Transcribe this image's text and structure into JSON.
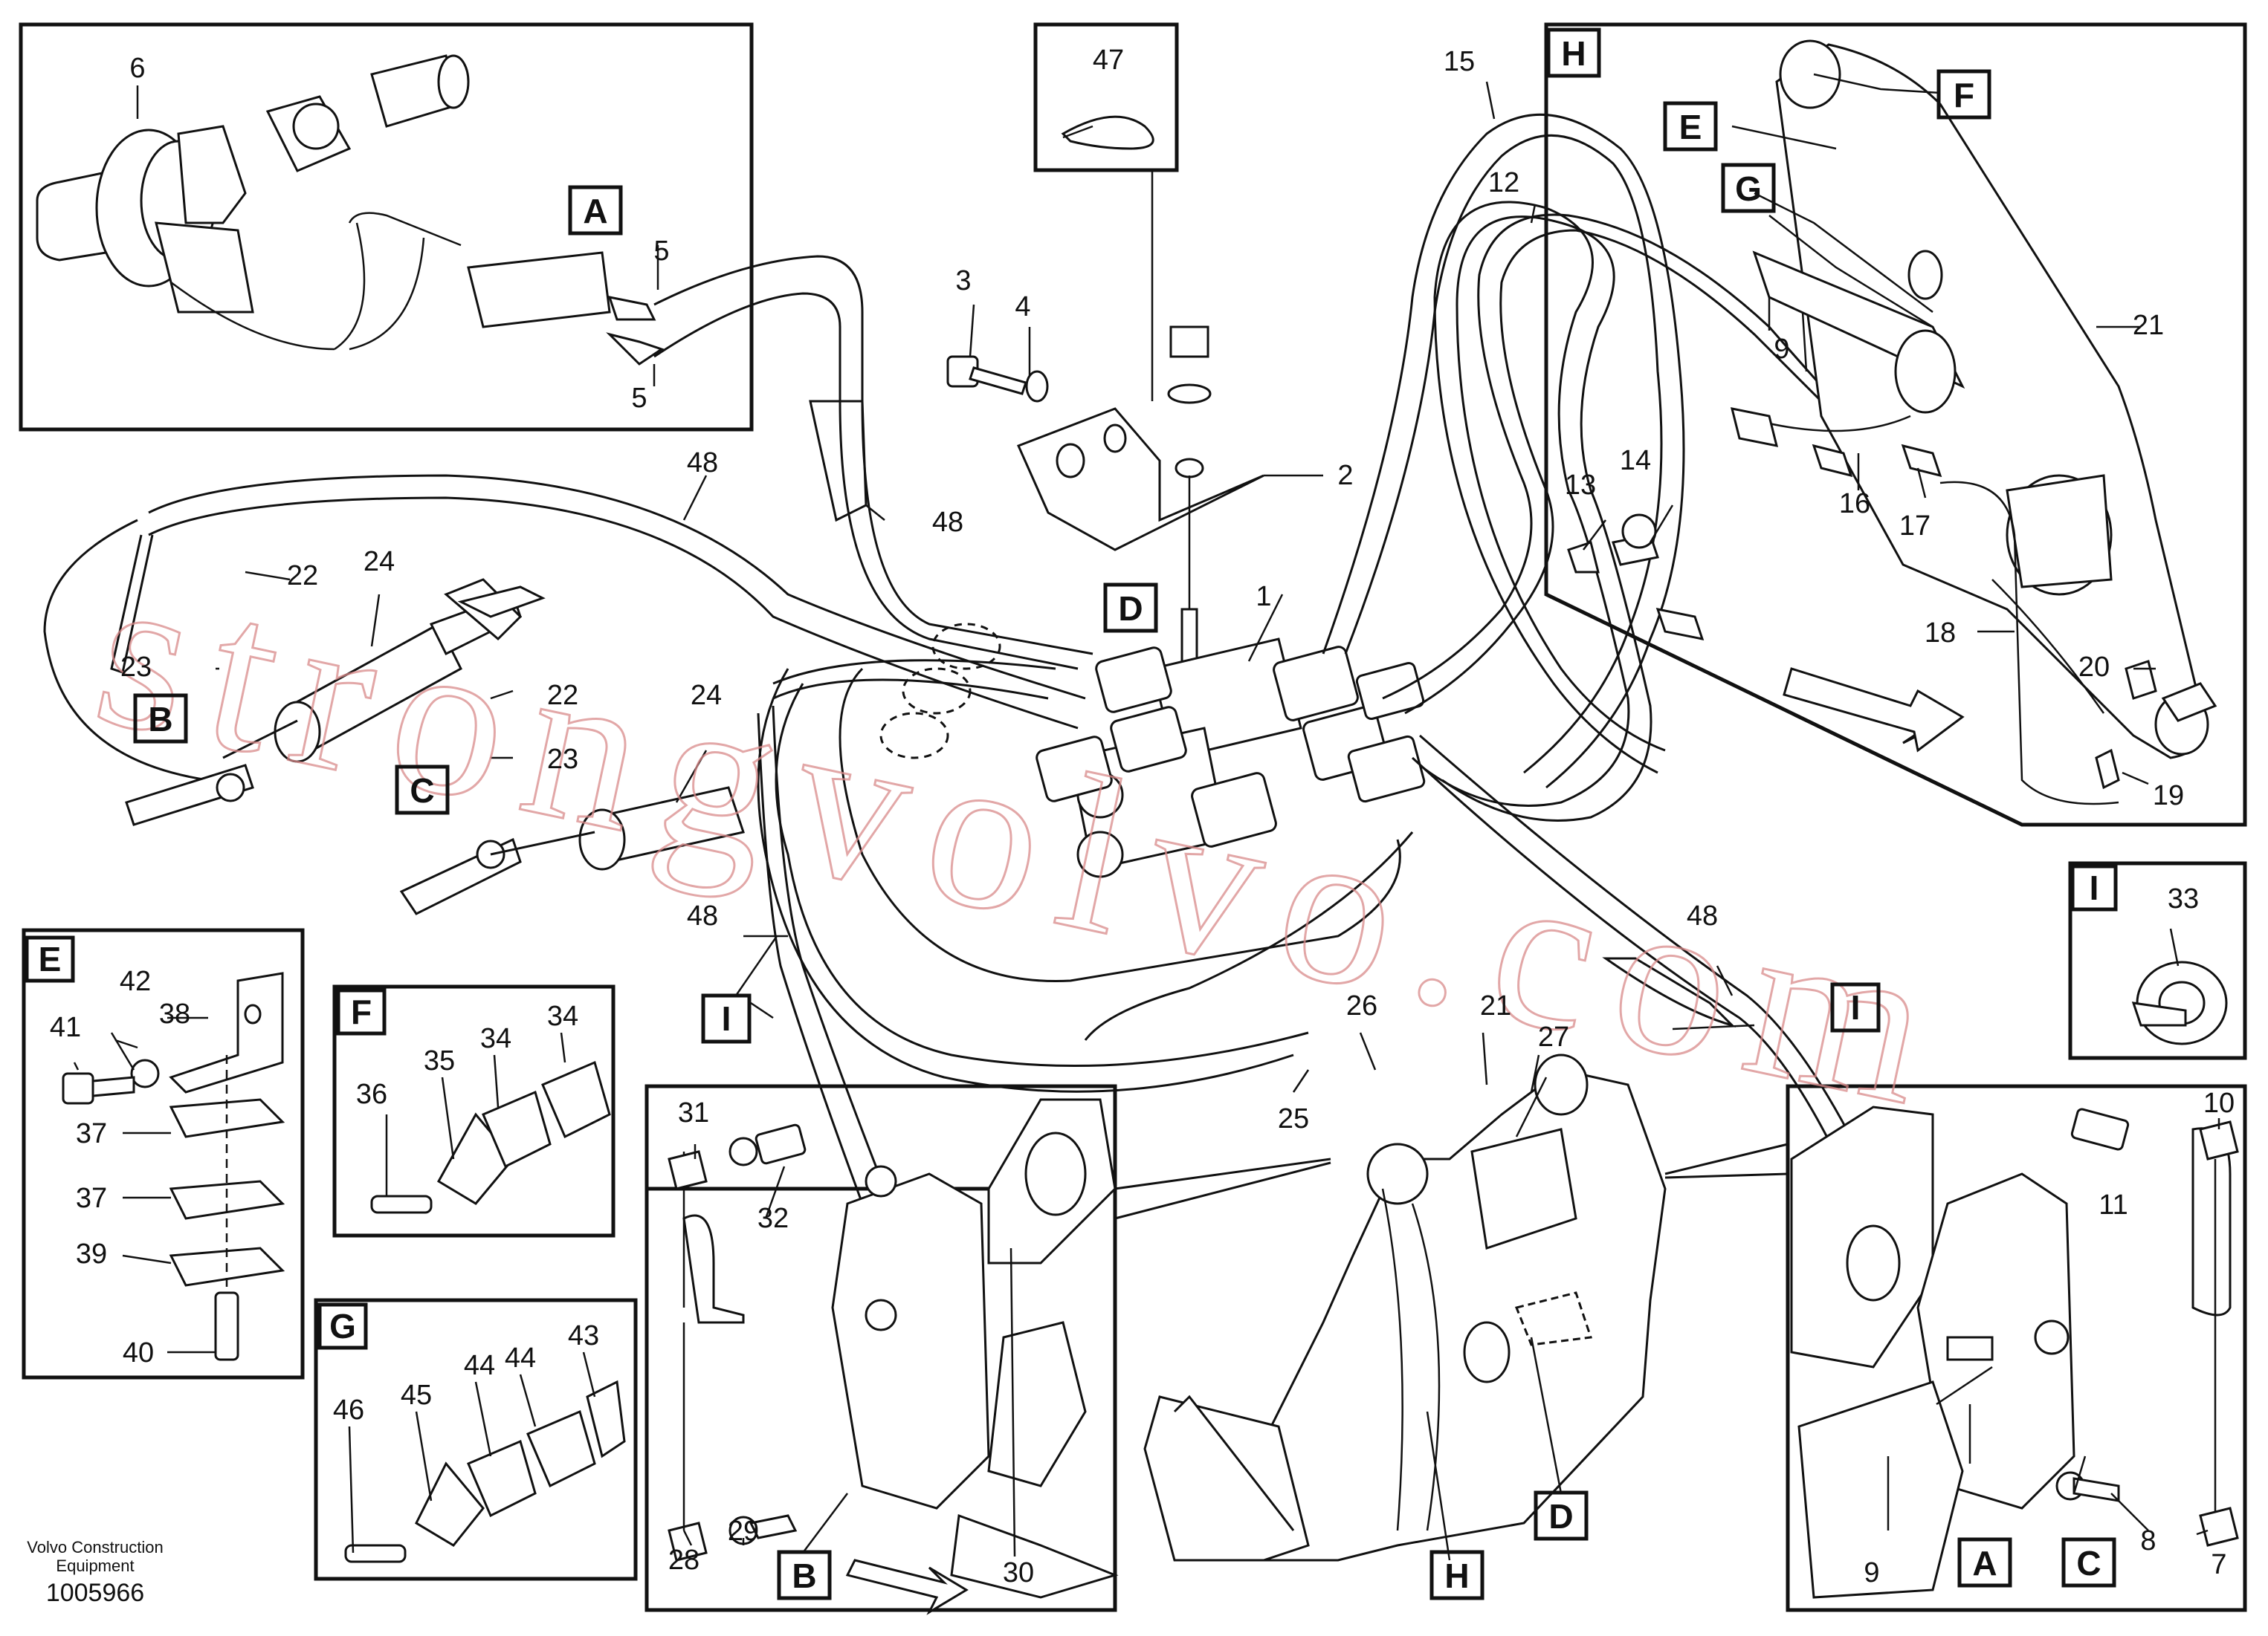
{
  "drawing_number": "1005966",
  "publisher": [
    "Volvo Construction",
    "Equipment"
  ],
  "watermark": "strongvolvo.com",
  "detail_boxes": {
    "A": "A",
    "B": "B",
    "C": "C",
    "D": "D",
    "E": "E",
    "F": "F",
    "G": "G",
    "H": "H",
    "I": "I"
  },
  "part_numbers": {
    "p1": "1",
    "p2": "2",
    "p3": "3",
    "p4": "4",
    "p5": "5",
    "p6": "6",
    "p7": "7",
    "p8": "8",
    "p9": "9",
    "p10": "10",
    "p11": "11",
    "p12": "12",
    "p13": "13",
    "p14": "14",
    "p15": "15",
    "p16": "16",
    "p17": "17",
    "p18": "18",
    "p19": "19",
    "p20": "20",
    "p21": "21",
    "p22": "22",
    "p23": "23",
    "p24": "24",
    "p25": "25",
    "p26": "26",
    "p27": "27",
    "p28": "28",
    "p29": "29",
    "p30": "30",
    "p31": "31",
    "p32": "32",
    "p33": "33",
    "p34": "34",
    "p35": "35",
    "p36": "36",
    "p37": "37",
    "p38": "38",
    "p39": "39",
    "p40": "40",
    "p41": "41",
    "p42": "42",
    "p43": "43",
    "p44": "44",
    "p45": "45",
    "p46": "46",
    "p47": "47",
    "p48": "48"
  }
}
